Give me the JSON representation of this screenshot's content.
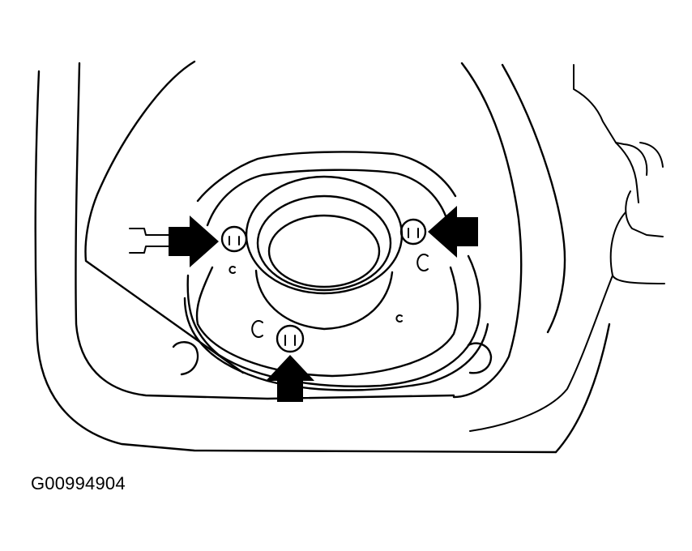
{
  "figure": {
    "caption": "G00994904",
    "callouts": [
      {
        "id": "left-clip",
        "direction": "right"
      },
      {
        "id": "right-clip",
        "direction": "left"
      },
      {
        "id": "bottom-clip",
        "direction": "up"
      }
    ]
  },
  "colors": {
    "ink": "#000000",
    "background": "#ffffff"
  }
}
